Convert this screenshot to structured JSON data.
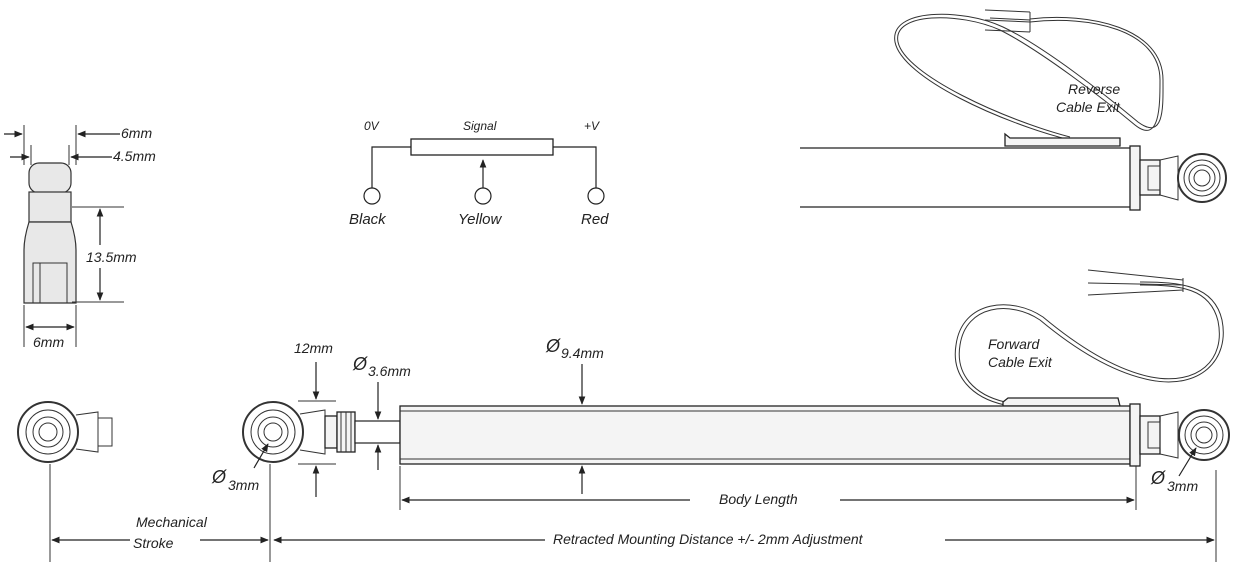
{
  "side_view": {
    "dim_outer_width": "6mm",
    "dim_inner_width": "4.5mm",
    "dim_height": "13.5mm",
    "dim_bottom_width": "6mm"
  },
  "wiring": {
    "label_0v": "0V",
    "label_signal": "Signal",
    "label_plus_v": "+V",
    "wire_black": "Black",
    "wire_yellow": "Yellow",
    "wire_red": "Red"
  },
  "reverse_exit": {
    "line1": "Reverse",
    "line2": "Cable Exit"
  },
  "forward_exit": {
    "line1": "Forward",
    "line2": "Cable Exit"
  },
  "main_view": {
    "dim_eye_width": "12mm",
    "dim_rod_diameter_symbol": "Ø",
    "dim_rod_diameter": "3.6mm",
    "dim_body_diameter_symbol": "Ø",
    "dim_body_diameter": "9.4mm",
    "dim_hole_left_symbol": "Ø",
    "dim_hole_left": "3mm",
    "dim_hole_right_symbol": "Ø",
    "dim_hole_right": "3mm",
    "body_length": "Body Length",
    "mech_stroke_line1": "Mechanical",
    "mech_stroke_line2": "Stroke",
    "retracted_distance": "Retracted Mounting Distance +/- 2mm Adjustment"
  }
}
